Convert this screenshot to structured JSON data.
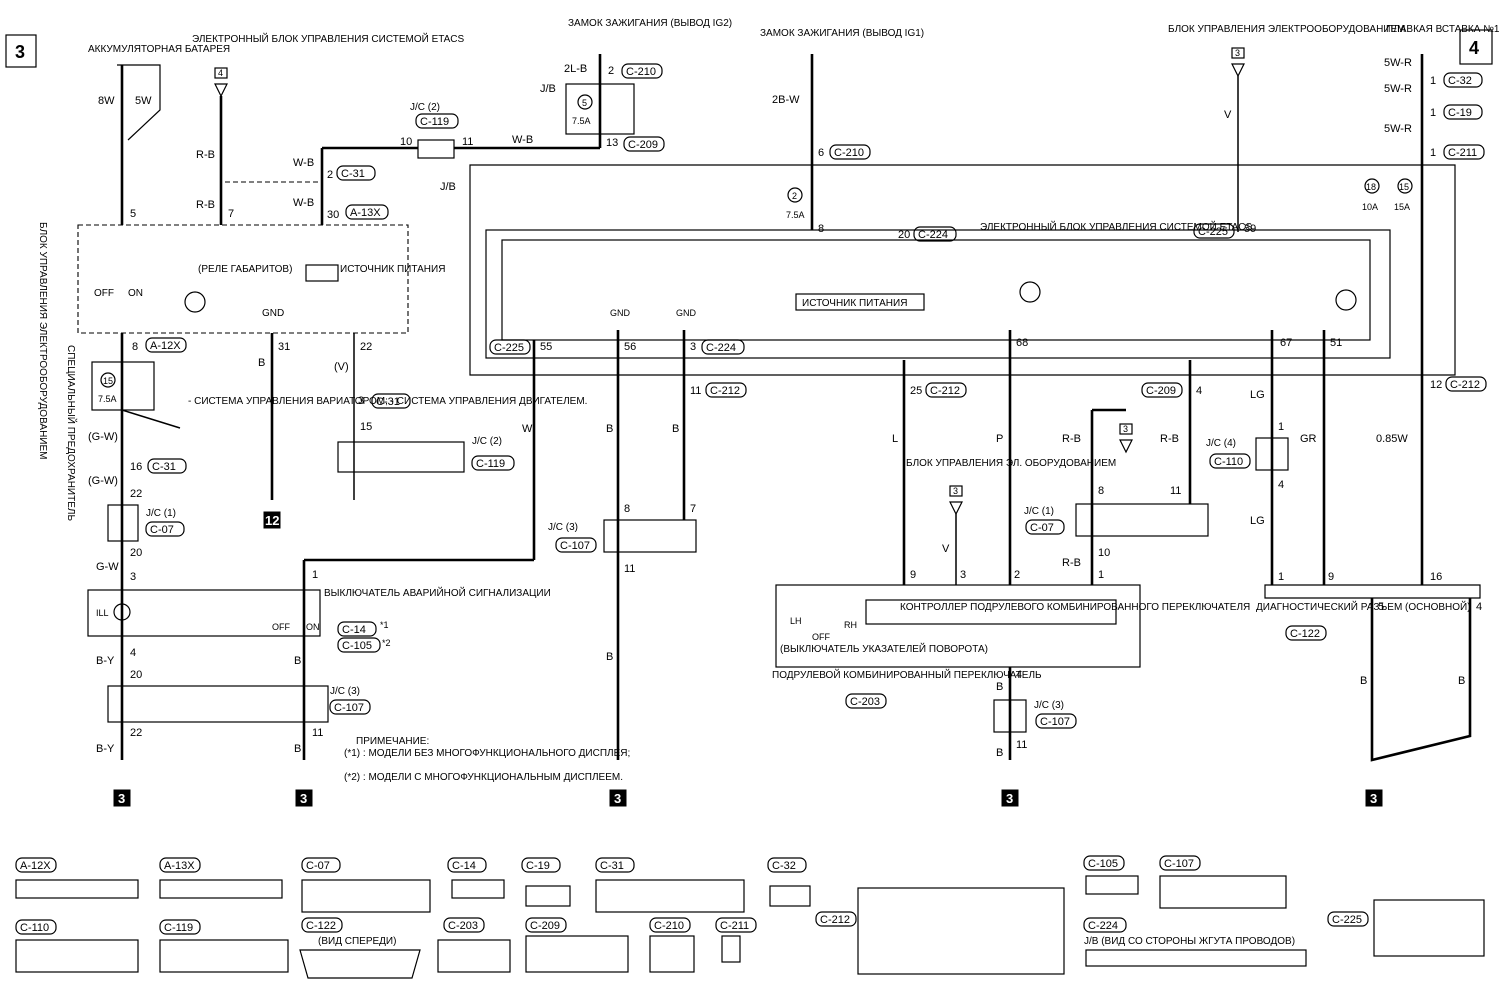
{
  "page_numbers": {
    "left": "3",
    "right": "4"
  },
  "components": {
    "battery": "АККУМУЛЯТОРНАЯ БАТАРЕЯ",
    "etacs_top": "ЭЛЕКТРОННЫЙ БЛОК УПРАВЛЕНИЯ СИСТЕМОЙ ETACS",
    "ign_ig2": "ЗАМОК ЗАЖИГАНИЯ (ВЫВОД IG2)",
    "ign_ig1": "ЗАМОК ЗАЖИГАНИЯ (ВЫВОД IG1)",
    "eq_ctrl": "БЛОК УПРАВЛЕНИЯ ЭЛЕКТРООБОРУДОВАНИЕМ",
    "fusible_link": "ПЛАВКАЯ ВСТАВКА №1",
    "side_unit": "БЛОК УПРАВЛЕНИЯ ЭЛЕКТРООБОРУДОВАНИЕМ",
    "special_fuse": "СПЕЦИАЛЬНЫЙ ПРЕДОХРАНИТЕЛЬ",
    "relay": "(РЕЛЕ ГАБАРИТОВ)",
    "power_src": "ИСТОЧНИК ПИТАНИЯ",
    "etacs_unit": "ЭЛЕКТРОННЫЙ БЛОК УПРАВЛЕНИЯ СИСТЕМОЙ ETACS",
    "power_src2": "ИСТОЧНИК ПИТАНИЯ",
    "systems_note": "- СИСТЕМА УПРАВЛЕНИЯ ВАРИАТОРОМ; - СИСТЕМА УПРАВЛЕНИЯ ДВИГАТЕЛЕМ.",
    "hazard": "ВЫКЛЮЧАТЕЛЬ АВАРИЙНОЙ СИГНАЛИЗАЦИИ",
    "eq_ctrl2": "БЛОК УПРАВЛЕНИЯ ЭЛ. ОБОРУДОВАНИЕМ",
    "column_ctrl": "КОНТРОЛЛЕР ПОДРУЛЕВОГО КОМБИНИРОВАННОГО ПЕРЕКЛЮЧАТЕЛЯ",
    "turn_switch": "(ВЫКЛЮЧАТЕЛЬ УКАЗАТЕЛЕЙ ПОВОРОТА)",
    "column_switch": "ПОДРУЛЕВОЙ КОМБИНИРОВАННЫЙ ПЕРЕКЛЮЧАТЕЛЬ",
    "diag": "ДИАГНОСТИЧЕСКИЙ РАЗЪЕМ (ОСНОВНОЙ)",
    "jb_view": "J/B (ВИД СО СТОРОНЫ ЖГУТА ПРОВОДОВ)",
    "front_view": "(ВИД СПЕРЕДИ)"
  },
  "note": {
    "title": "ПРИМЕЧАНИЕ:",
    "line1": "(*1) : МОДЕЛИ БЕЗ МНОГОФУНКЦИОНАЛЬНОГО ДИСПЛЕЯ;",
    "line2": "(*2) : МОДЕЛИ С МНОГОФУНКЦИОНАЛЬНЫМ ДИСПЛЕЕМ."
  },
  "ground_marks": [
    "3",
    "3",
    "3",
    "3",
    "3",
    "12"
  ],
  "fuses": [
    {
      "num": "15",
      "rating": "7.5A"
    },
    {
      "num": "5",
      "rating": "7.5A"
    },
    {
      "num": "2",
      "rating": "7.5A"
    },
    {
      "num": "18",
      "rating": "10A"
    },
    {
      "num": "15",
      "rating": "15A"
    }
  ],
  "connectors": [
    "A-12X",
    "A-13X",
    "C-07",
    "C-14",
    "C-19",
    "C-31",
    "C-32",
    "C-105",
    "C-107",
    "C-110",
    "C-119",
    "C-122",
    "C-203",
    "C-209",
    "C-210",
    "C-211",
    "C-212",
    "C-224",
    "C-225"
  ],
  "colors": {
    "ink": "#000000",
    "paper": "#ffffff"
  }
}
